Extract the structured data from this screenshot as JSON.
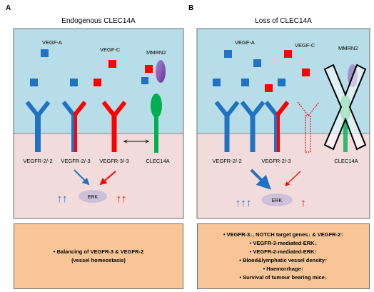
{
  "panel_a": {
    "letter": "A",
    "title": "Endogenous CLEC14A",
    "labels": {
      "vegfa": "VEGF-A",
      "vegfc": "VEGF-C",
      "mmrn2": "MMRN2",
      "r1": "VEGFR-2/-2",
      "r2": "VEGFR-2/-3",
      "r3": "VEGFR-3/-3",
      "clec": "CLEC14A",
      "erk": "ERK",
      "arrows_blue": "↑↑",
      "arrows_red": "↑↑"
    },
    "summary": [
      "• Balancing of  VEGFR-3 & VEGFR-2",
      "(vessel homeostasis)"
    ]
  },
  "panel_b": {
    "letter": "B",
    "title": "Loss of CLEC14A",
    "labels": {
      "vegfa": "VEGF-A",
      "vegfc": "VEGF-C",
      "mmrn2": "MMRN2",
      "r1": "VEGFR-2/-2",
      "r2": "VEGFR-2/-3",
      "clec": "CLEC14A",
      "erk": "ERK",
      "arrows_blue": "↑↑↑",
      "arrows_red": "↑"
    },
    "summary": [
      "• VEGFR-3↓, NOTCH target genes↓ & VEGFR-2↑",
      "• VEGFR-3-mediated-ERK↓",
      "• VEGFR-2-mediated-ERK↑",
      "• Blood&lymphatic vessel density↑",
      "• Haemorrhage↑",
      "• Survival of tumour bearing mice↓"
    ]
  },
  "colors": {
    "extracellular": "#b7dde8",
    "intracellular": "#f2dcdb",
    "blue": "#1f72c4",
    "red": "#ff0000",
    "green": "#00b050",
    "purple": "#7030a0",
    "erk": "#ccc0da",
    "summary_box": "#f8c597"
  }
}
